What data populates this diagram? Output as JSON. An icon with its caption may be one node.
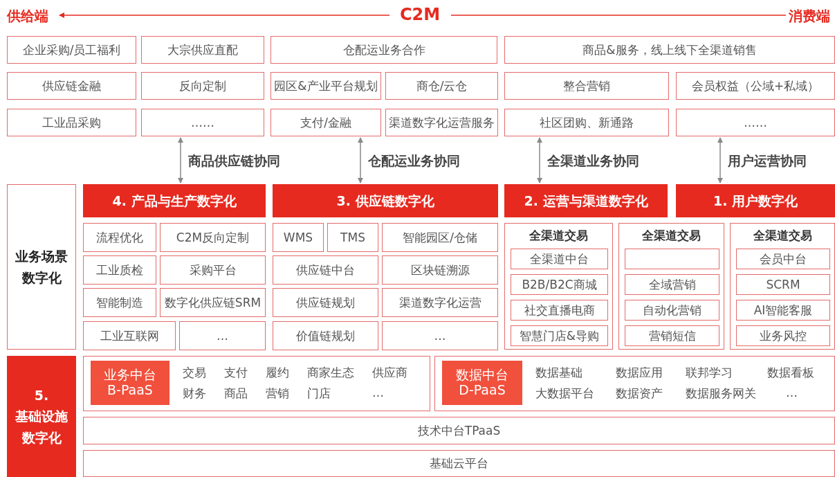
{
  "diagram": {
    "nodes": [
      {
        "text": [
          "企业采购/员工福利"
        ]
      },
      {
        "text": [
          "大宗供应直配"
        ]
      },
      {
        "text": [
          "仓配运业务合作"
        ]
      },
      {
        "text": [
          "商品&服务，线上线下全渠道销售"
        ]
      },
      {
        "text": [
          "供应链金融"
        ]
      },
      {
        "text": [
          "反向定制"
        ]
      },
      {
        "text": [
          "园区&产业平台规划"
        ]
      },
      {
        "text": [
          "商仓/云仓"
        ]
      },
      {
        "text": [
          "整合营销"
        ]
      },
      {
        "text": [
          "会员权益（公域+私域）"
        ]
      },
      {
        "text": [
          "工业品采购"
        ]
      },
      {
        "text": [
          "……"
        ]
      },
      {
        "text": [
          "支付/金融"
        ]
      },
      {
        "text": [
          "渠道数字化运营服务"
        ]
      },
      {
        "text": [
          "社区团购、新通路"
        ]
      },
      {
        "text": [
          "……"
        ]
      },
      {
        "text": [
          "业务场景数字化"
        ]
      },
      {
        "text": [
          "4. 产品与生产数字化"
        ]
      },
      {
        "text": [
          "3. 供应链数字化"
        ]
      },
      {
        "text": [
          "2. 运营与渠道数字化"
        ]
      },
      {
        "text": [
          "1. 用户数字化"
        ]
      },
      {
        "text": [
          "流程优化"
        ]
      },
      {
        "text": [
          "C2M反向定制"
        ]
      },
      {
        "text": [
          "工业质检"
        ]
      },
      {
        "text": [
          "采购平台"
        ]
      },
      {
        "text": [
          "智能制造"
        ]
      },
      {
        "text": [
          "数字化供应链SRM"
        ]
      },
      {
        "text": [
          "工业互联网"
        ]
      },
      {
        "text": [
          "…"
        ]
      },
      {
        "text": [
          "WMS"
        ]
      },
      {
        "text": [
          "TMS"
        ]
      },
      {
        "text": [
          "智能园区/仓储"
        ]
      },
      {
        "text": [
          "供应链中台"
        ]
      },
      {
        "text": [
          "区块链溯源"
        ]
      },
      {
        "text": [
          "供应链规划"
        ]
      },
      {
        "text": [
          "渠道数字化运营"
        ]
      },
      {
        "text": [
          "价值链规划"
        ]
      },
      {
        "text": [
          "…"
        ]
      },
      {
        "text": [
          "全渠道交易"
        ]
      },
      {
        "text": [
          "全渠道中台"
        ],
        "in": 38
      },
      {
        "text": [
          "B2B/B2C商城"
        ],
        "in": 38
      },
      {
        "text": [
          "社交直播电商"
        ],
        "in": 38
      },
      {
        "text": [
          "智慧门店&导购"
        ],
        "in": 38
      },
      {
        "text": [
          "全渠道交易"
        ]
      },
      {
        "text": [],
        "shape": "box",
        "in": 43
      },
      {
        "text": [
          "全域营销"
        ],
        "in": 43
      },
      {
        "text": [
          "自动化营销"
        ],
        "in": 43
      },
      {
        "text": [
          "营销短信"
        ],
        "in": 43
      },
      {
        "text": [
          "全渠道交易"
        ]
      },
      {
        "text": [
          "会员中台"
        ],
        "in": 48
      },
      {
        "text": [
          "SCRM"
        ],
        "in": 48
      },
      {
        "text": [
          "AI智能客服"
        ],
        "in": 48
      },
      {
        "text": [
          "业务风控"
        ],
        "in": 48
      },
      {
        "text": [
          "5. 基础设施数字化"
        ]
      },
      {
        "text": [
          "交易",
          "支付",
          "履约",
          "商家生态",
          "供应商",
          "财务",
          "商品",
          "营销",
          "门店",
          "…"
        ]
      },
      {
        "text": [
          "业务中台",
          "B-PaaS"
        ],
        "in": 54
      },
      {
        "text": [
          "数据基础",
          "数据应用",
          "联邦学习",
          "数据看板",
          "大数据平台",
          "数据资产",
          "数据服务网关",
          "…"
        ]
      },
      {
        "text": [
          "数据中台",
          "D-PaaS"
        ],
        "in": 56
      },
      {
        "text": [
          "技术中台TPaaS"
        ]
      },
      {
        "text": [
          "基础云平台"
        ]
      }
    ],
    "edges": [
      {
        "from": 11,
        "to": 17,
        "arrow": "both",
        "label": "商品供应链协同"
      },
      {
        "from": 12,
        "to": 18,
        "arrow": "both",
        "label": "仓配运业务协同"
      },
      {
        "from": 14,
        "to": 19,
        "arrow": "both",
        "label": "全渠道业务协同"
      },
      {
        "from": 15,
        "to": 20,
        "arrow": "both",
        "label": "用户运营协同"
      }
    ],
    "labels": [
      "供给端",
      "C2M",
      "消费端"
    ]
  }
}
